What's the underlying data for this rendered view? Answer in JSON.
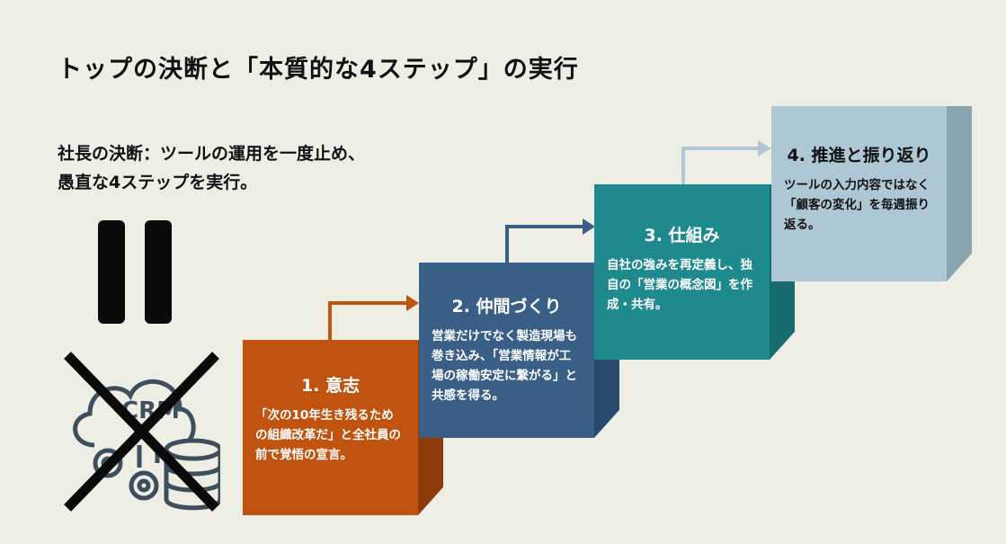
{
  "title": "トップの決断と「本質的な4ステップ」の実行",
  "subtitle": [
    "社長の決断：ツールの運用を一度止め、",
    "愚直な4ステップを実行。"
  ],
  "icon_label": "CRM",
  "colors": {
    "background": "#efeee5",
    "step1": "#c0530f",
    "step2": "#3a5f86",
    "step3": "#1f8a8e",
    "step4": "#aec7d4"
  },
  "steps": [
    {
      "title": "1. 意志",
      "body": "「次の10年生き残るための組織改革だ」と全社員の前で覚悟の宣言。"
    },
    {
      "title": "2. 仲間づくり",
      "body": "営業だけでなく製造現場も巻き込み、「営業情報が工場の稼働安定に繋がる」と共感を得る。"
    },
    {
      "title": "3. 仕組み",
      "body": "自社の強みを再定義し、独自の「営業の概念図」を作成・共有。"
    },
    {
      "title": "4. 推進と振り返り",
      "body": "ツールの入力内容ではなく「顧客の変化」を毎週振り返る。"
    }
  ]
}
